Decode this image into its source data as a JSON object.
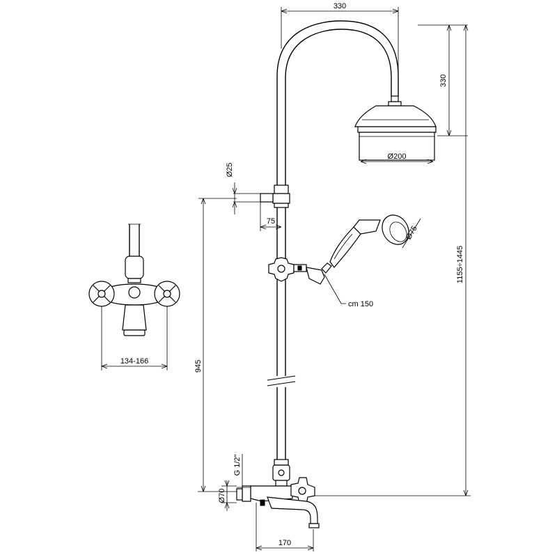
{
  "dimensions": {
    "top_width": "330",
    "arm_height": "330",
    "head_diameter": "Ø200",
    "bracket_diameter": "Ø25",
    "bracket_offset": "75",
    "hand_shower_diameter": "Ø75",
    "hose_length": "cm 150",
    "total_height": "1155÷1445",
    "bracket_height": "945",
    "centers": "134-166",
    "thread": "G 1/2\"",
    "escutcheon": "Ø70",
    "spout": "170"
  }
}
